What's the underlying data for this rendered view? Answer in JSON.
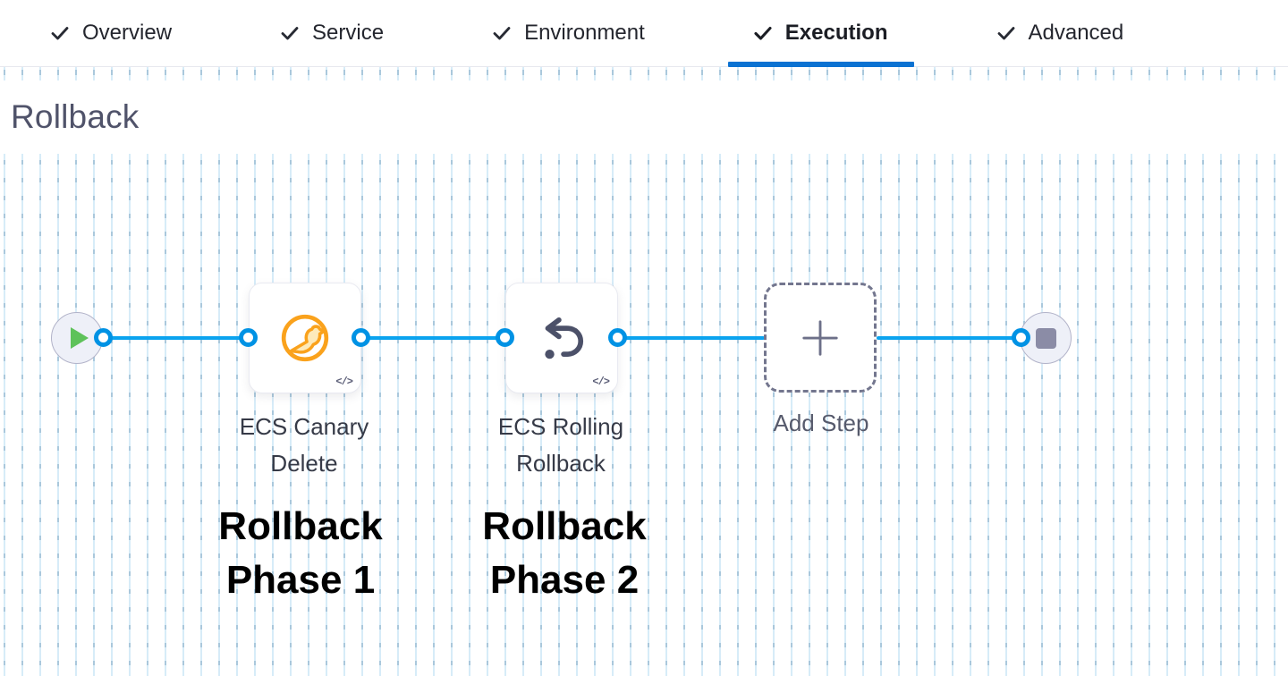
{
  "tabs": {
    "items": [
      {
        "label": "Overview",
        "completed": true,
        "active": false
      },
      {
        "label": "Service",
        "completed": true,
        "active": false
      },
      {
        "label": "Environment",
        "completed": true,
        "active": false
      },
      {
        "label": "Execution",
        "completed": true,
        "active": true
      },
      {
        "label": "Advanced",
        "completed": true,
        "active": false
      }
    ]
  },
  "section": {
    "title": "Rollback"
  },
  "pipeline": {
    "start_node": {
      "icon": "play-icon"
    },
    "end_node": {
      "icon": "stop-icon"
    },
    "steps": [
      {
        "name": "ECS Canary Delete",
        "icon": "canary-icon",
        "code_badge": "</>",
        "annotation": "Rollback Phase 1"
      },
      {
        "name": "ECS Rolling Rollback",
        "icon": "rollback-icon",
        "code_badge": "</>",
        "annotation": "Rollback Phase 2"
      }
    ],
    "add_step": {
      "label": "Add Step"
    }
  },
  "colors": {
    "active_tab_underline": "#0b72d2",
    "link_blue": "#0aa3ef",
    "connector_ring": "#0092e4",
    "play_green": "#5ec25a",
    "canary_orange": "#faa21c",
    "rollback_icon_slate": "#4c5169",
    "node_fill": "#eef0f8",
    "stop_square_gray": "#8b8ca6",
    "section_title_gray": "#50536a",
    "annotation_black": "#000000"
  }
}
